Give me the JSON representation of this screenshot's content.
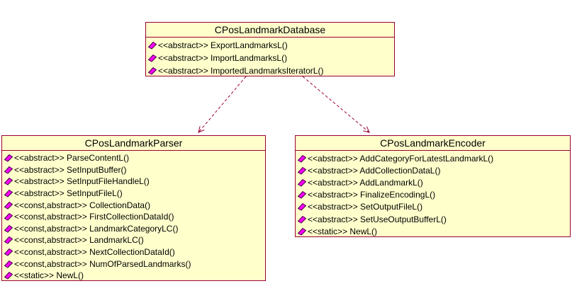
{
  "colors": {
    "background": "#FFFFFF",
    "class_fill": "#FFFFCC",
    "class_border": "#990033",
    "method_icon_fill": "#FF00FF",
    "text": "#000000"
  },
  "classes": {
    "database": {
      "title": "CPosLandmarkDatabase",
      "methods": [
        "<<abstract>> ExportLandmarksL()",
        "<<abstract>> ImportLandmarksL()",
        "<<abstract>> ImportedLandmarksIteratorL()"
      ]
    },
    "parser": {
      "title": "CPosLandmarkParser",
      "methods": [
        "<<abstract>> ParseContentL()",
        "<<abstract>> SetInputBuffer()",
        "<<abstract>> SetInputFileHandleL()",
        "<<abstract>> SetInputFileL()",
        "<<const,abstract>> CollectionData()",
        "<<const,abstract>> FirstCollectionDataId()",
        "<<const,abstract>> LandmarkCategoryLC()",
        "<<const,abstract>> LandmarkLC()",
        "<<const,abstract>> NextCollectionDataId()",
        "<<const,abstract>> NumOfParsedLandmarks()",
        "<<static>> NewL()"
      ]
    },
    "encoder": {
      "title": "CPosLandmarkEncoder",
      "methods": [
        "<<abstract>> AddCategoryForLatestLandmarkL()",
        "<<abstract>> AddCollectionDataL()",
        "<<abstract>> AddLandmarkL()",
        "<<abstract>> FinalizeEncodingL()",
        "<<abstract>> SetOutputFileL()",
        "<<abstract>> SetUseOutputBufferL()",
        "<<static>> NewL()"
      ]
    }
  },
  "relationships": [
    {
      "from": "CPosLandmarkDatabase",
      "to": "CPosLandmarkParser",
      "type": "dashed dependency arrow"
    },
    {
      "from": "CPosLandmarkDatabase",
      "to": "CPosLandmarkEncoder",
      "type": "dashed dependency arrow"
    }
  ]
}
